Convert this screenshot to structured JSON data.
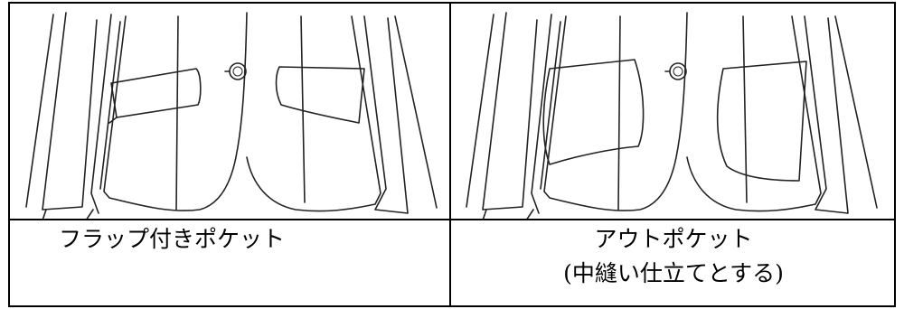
{
  "table": {
    "cells": [
      {
        "illustration": "jacket-flap-pocket-drawing",
        "caption_lines": [
          "フラップ付きポケット"
        ]
      },
      {
        "illustration": "jacket-patch-pocket-drawing",
        "caption_lines": [
          "アウトポケット",
          "(中縫い仕立てとする)"
        ]
      }
    ]
  }
}
